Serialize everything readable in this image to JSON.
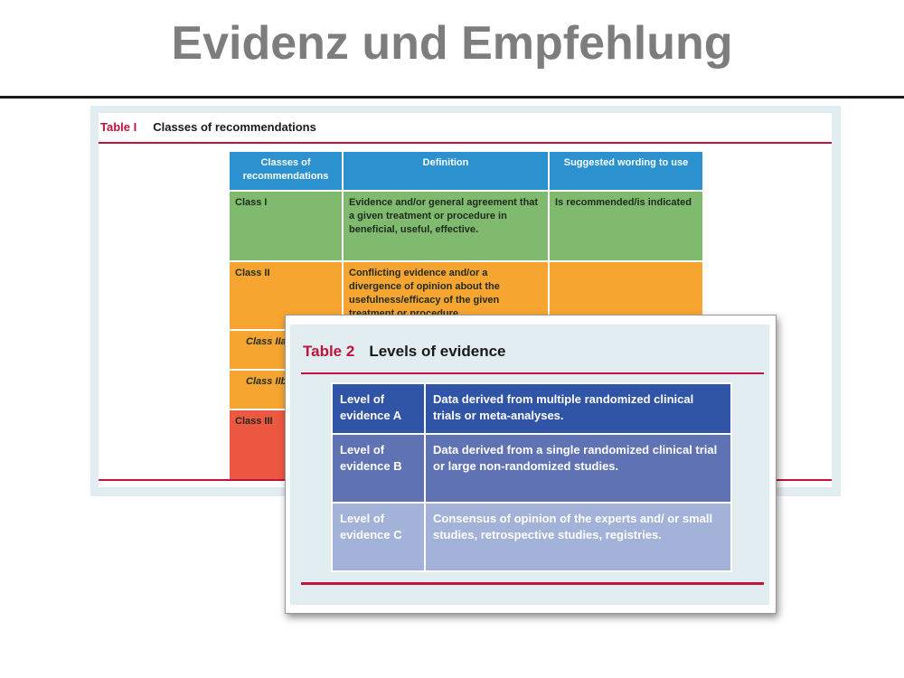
{
  "slide": {
    "title": "Evidenz und Empfehlung"
  },
  "table1": {
    "label": "Table I",
    "caption": "Classes of recommendations",
    "headers": [
      "Classes of recommendations",
      "Definition",
      "Suggested wording to use"
    ],
    "rows": [
      {
        "name": "Class I",
        "definition": "Evidence and/or general agreement that a given treatment or procedure in beneficial, useful, effective.",
        "wording": "Is recommended/is indicated",
        "color": "#7fba6e"
      },
      {
        "name": "Class II",
        "definition": "Conflicting evidence and/or a divergence of opinion about the usefulness/efficacy of the given treatment or procedure.",
        "wording": "",
        "color": "#f6a531"
      },
      {
        "name": "Class IIa",
        "definition": "",
        "wording": "",
        "color": "#f6a531"
      },
      {
        "name": "Class IIb",
        "definition": "",
        "wording": "",
        "color": "#f6a531"
      },
      {
        "name": "Class III",
        "definition": "",
        "wording": "",
        "color": "#ec5841"
      }
    ],
    "header_color": "#2b92cf"
  },
  "table2": {
    "label": "Table 2",
    "caption": "Levels of evidence",
    "rows": [
      {
        "level": "Level of evidence A",
        "description": "Data derived from multiple randomized clinical trials or meta-analyses.",
        "color": "#3054a6"
      },
      {
        "level": "Level of evidence B",
        "description": "Data derived from a single randomized clinical trial or large non-randomized studies.",
        "color": "#5f72b4"
      },
      {
        "level": "Level of evidence C",
        "description": "Consensus of opinion of the experts and/ or small studies, retrospective studies, registries.",
        "color": "#a2b2d8"
      }
    ]
  },
  "colors": {
    "title": "#7d7d7d",
    "accent": "#c0143c",
    "panel": "#e1edf0"
  }
}
